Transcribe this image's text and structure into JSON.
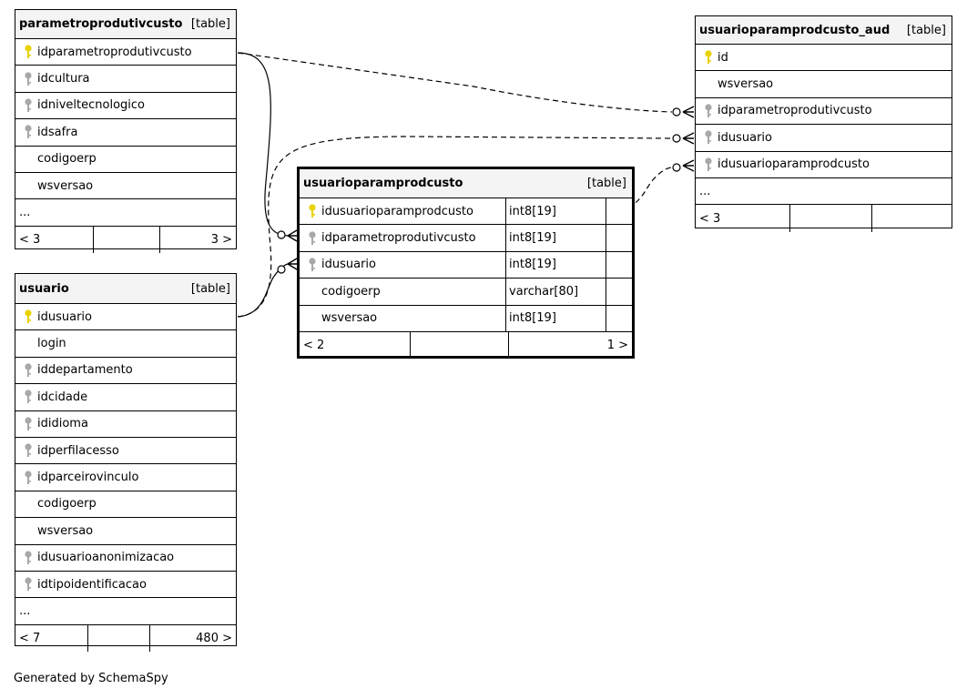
{
  "tables": {
    "parametroprodutivcusto": {
      "name": "parametroprodutivcusto",
      "tag": "[table]",
      "columns": [
        {
          "name": "idparametroprodutivcusto",
          "key": "primary"
        },
        {
          "name": "idcultura",
          "key": "foreign"
        },
        {
          "name": "idniveltecnologico",
          "key": "foreign"
        },
        {
          "name": "idsafra",
          "key": "foreign"
        },
        {
          "name": "codigoerp",
          "key": "none"
        },
        {
          "name": "wsversao",
          "key": "none"
        }
      ],
      "more": "...",
      "footer_left": "< 3",
      "footer_right": "3 >"
    },
    "usuario": {
      "name": "usuario",
      "tag": "[table]",
      "columns": [
        {
          "name": "idusuario",
          "key": "primary"
        },
        {
          "name": "login",
          "key": "none"
        },
        {
          "name": "iddepartamento",
          "key": "foreign"
        },
        {
          "name": "idcidade",
          "key": "foreign"
        },
        {
          "name": "ididioma",
          "key": "foreign"
        },
        {
          "name": "idperfilacesso",
          "key": "foreign"
        },
        {
          "name": "idparceirovinculo",
          "key": "foreign"
        },
        {
          "name": "codigoerp",
          "key": "none"
        },
        {
          "name": "wsversao",
          "key": "none"
        },
        {
          "name": "idusuarioanonimizacao",
          "key": "foreign"
        },
        {
          "name": "idtipoidentificacao",
          "key": "foreign"
        }
      ],
      "more": "...",
      "footer_left": "< 7",
      "footer_right": "480 >"
    },
    "usuarioparamprodcusto": {
      "name": "usuarioparamprodcusto",
      "tag": "[table]",
      "columns": [
        {
          "name": "idusuarioparamprodcusto",
          "key": "primary",
          "type": "int8[19]"
        },
        {
          "name": "idparametroprodutivcusto",
          "key": "foreign",
          "type": "int8[19]"
        },
        {
          "name": "idusuario",
          "key": "foreign",
          "type": "int8[19]"
        },
        {
          "name": "codigoerp",
          "key": "none",
          "type": "varchar[80]"
        },
        {
          "name": "wsversao",
          "key": "none",
          "type": "int8[19]"
        }
      ],
      "footer_left": "< 2",
      "footer_right": "1 >"
    },
    "usuarioparamprodcusto_aud": {
      "name": "usuarioparamprodcusto_aud",
      "tag": "[table]",
      "columns": [
        {
          "name": "id",
          "key": "primary"
        },
        {
          "name": "wsversao",
          "key": "none"
        },
        {
          "name": "idparametroprodutivcusto",
          "key": "foreign"
        },
        {
          "name": "idusuario",
          "key": "foreign"
        },
        {
          "name": "idusuarioparamprodcusto",
          "key": "foreign"
        }
      ],
      "more": "...",
      "footer_left": "< 3"
    }
  },
  "colors": {
    "primary_key": "#e8d200",
    "foreign_key": "#a8a8a8",
    "header_bg": "#f4f4f4",
    "line": "#000000"
  },
  "generated_by": "Generated by SchemaSpy"
}
